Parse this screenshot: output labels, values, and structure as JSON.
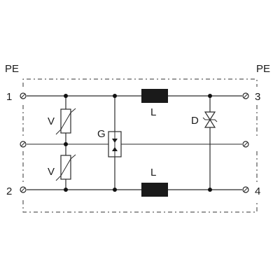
{
  "labels": {
    "pe_left": "PE",
    "pe_right": "PE",
    "terminal_1": "1",
    "terminal_2": "2",
    "terminal_3": "3",
    "terminal_4": "4",
    "varistor_top": "V",
    "varistor_bottom": "V",
    "gas_discharge_tube": "G",
    "inductor_top": "L",
    "inductor_bottom": "L",
    "diode": "D"
  },
  "colors": {
    "line": "#2a2a2a",
    "inductor_fill": "#1a1a1a",
    "background": "#ffffff"
  }
}
